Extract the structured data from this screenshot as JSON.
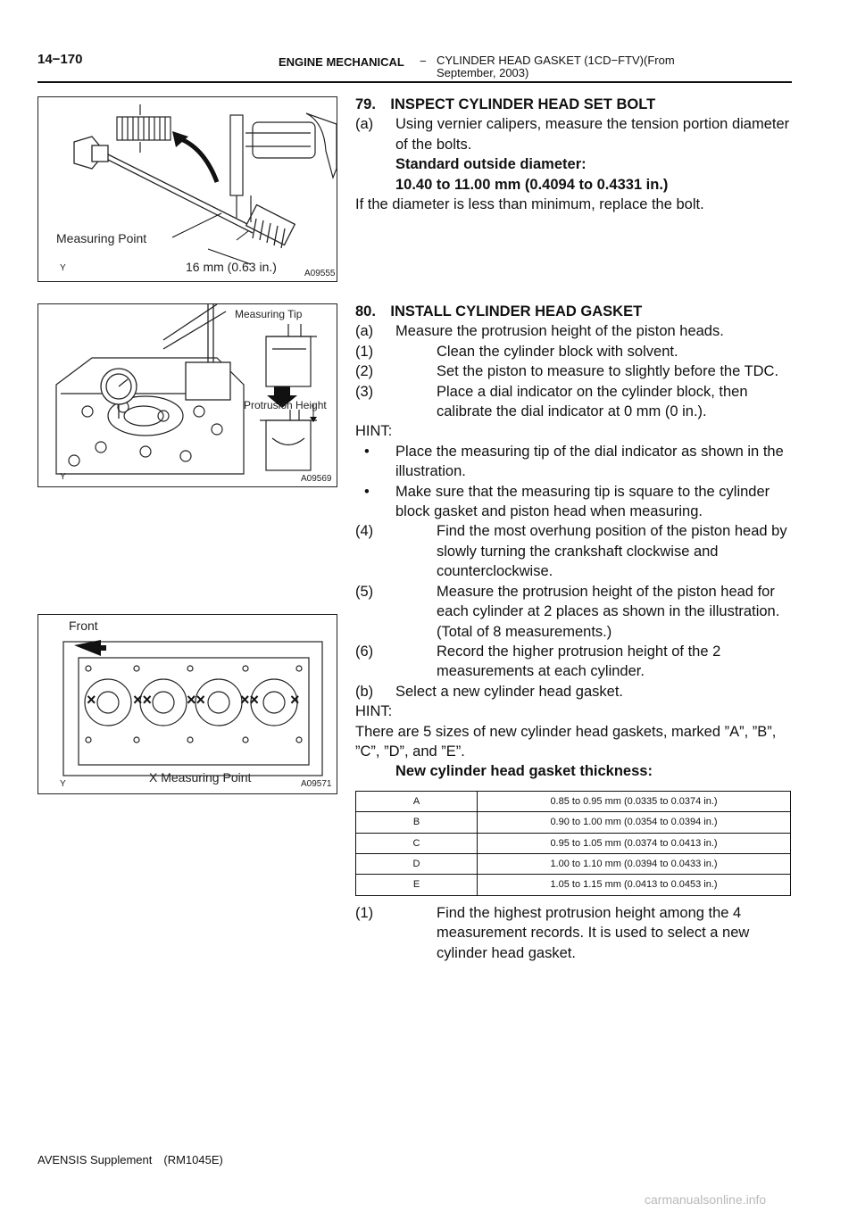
{
  "header": {
    "page_number": "14−170",
    "section": "ENGINE MECHANICAL",
    "dash": "−",
    "title": "CYLINDER HEAD GASKET (1CD−FTV)(From September, 2003)"
  },
  "figures": [
    {
      "labels": [
        "Measuring Point",
        "16 mm (0.63 in.)"
      ],
      "corner": "Y",
      "code": "A09555"
    },
    {
      "labels": [
        "Measuring Tip",
        "Protrusion Height"
      ],
      "corner": "Y",
      "code": "A09569"
    },
    {
      "labels": [
        "Front",
        "X Measuring Point"
      ],
      "corner": "Y",
      "code": "A09571",
      "marks": [
        "×",
        "××",
        "××",
        "××",
        "×"
      ]
    }
  ],
  "step79": {
    "heading": "79. INSPECT CYLINDER HEAD SET BOLT",
    "a_label": "(a)",
    "a_text": "Using vernier calipers, measure the tension portion diameter of the bolts.",
    "std_label": "Standard outside diameter:",
    "std_value": "10.40 to 11.00 mm (0.4094 to 0.4331 in.)",
    "note": "If the diameter is less than minimum, replace the bolt."
  },
  "step80": {
    "heading": "80. INSTALL CYLINDER HEAD GASKET",
    "a_label": "(a)",
    "a_text": "Measure the protrusion height of the piston heads.",
    "sub1_label": "(1)",
    "sub1_text": "Clean the cylinder block with solvent.",
    "sub2_label": "(2)",
    "sub2_text": "Set the piston to measure to slightly before the TDC.",
    "sub3_label": "(3)",
    "sub3_text": "Place a dial indicator on the cylinder block, then calibrate the dial indicator at 0 mm (0 in.).",
    "hint1": "HINT:",
    "bullet": "•",
    "bullet1": "Place the measuring tip of the dial indicator as shown in the illustration.",
    "bullet2": "Make sure that the measuring tip is square to the cylinder block gasket and piston head when measuring.",
    "sub4_label": "(4)",
    "sub4_text": "Find the most overhung position of the piston head by slowly turning the crankshaft clockwise and counterclockwise.",
    "sub5_label": "(5)",
    "sub5_text": "Measure the protrusion height of the piston head for each cylinder at 2 places as shown in the illustration. (Total of 8 measurements.)",
    "sub6_label": "(6)",
    "sub6_text": "Record the higher protrusion height of the 2 measurements at each cylinder.",
    "b_label": "(b)",
    "b_text": "Select a new cylinder head gasket.",
    "hint2": "HINT:",
    "hint2_text": "There are 5 sizes of new cylinder head gaskets, marked ”A”, ”B”, ”C”, ”D”, and ”E”.",
    "table_title": "New cylinder head gasket thickness:",
    "table": [
      {
        "grade": "A",
        "thickness": "0.85 to 0.95 mm (0.0335 to 0.0374 in.)"
      },
      {
        "grade": "B",
        "thickness": "0.90 to 1.00 mm (0.0354 to 0.0394 in.)"
      },
      {
        "grade": "C",
        "thickness": "0.95 to 1.05 mm (0.0374 to 0.0413 in.)"
      },
      {
        "grade": "D",
        "thickness": "1.00 to 1.10 mm (0.0394 to 0.0433 in.)"
      },
      {
        "grade": "E",
        "thickness": "1.05 to 1.15 mm (0.0413 to 0.0453 in.)"
      }
    ],
    "final_label": "(1)",
    "final_text": "Find the highest protrusion height among the 4 measurement records. It is used to select a new cylinder head gasket."
  },
  "footer": "AVENSIS Supplement (RM1045E)",
  "watermark": "carmanualsonline.info"
}
